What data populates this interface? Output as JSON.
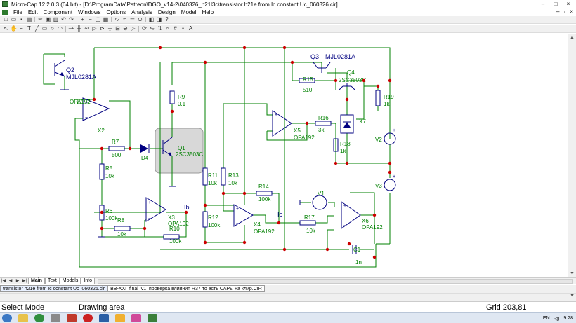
{
  "window": {
    "title": "Micro-Cap 12.2.0.3 (64 bit) - [D:\\ProgramData\\Patreon\\DGO_v14-2\\040326_h21l3c\\transistor h21e from Ic constant Uc_060326.cir]",
    "controls": [
      "–",
      "□",
      "×"
    ]
  },
  "menu": {
    "items": [
      "File",
      "Edit",
      "Component",
      "Windows",
      "Options",
      "Analysis",
      "Design",
      "Model",
      "Help"
    ],
    "mdi_controls": [
      "–",
      "▫",
      "×"
    ]
  },
  "page_tabs": [
    "Main",
    "Text",
    "Models",
    "Info"
  ],
  "doc_tabs": [
    "transistor h21e from Ic constant Uc_060326.cir",
    "BB-XXI_final_v1_проверка влияния R37 то есть САРы на клир.CIR"
  ],
  "status": {
    "mode": "Select Mode",
    "area": "Drawing area",
    "grid": "Grid 203,81"
  },
  "tray": {
    "language": "EN",
    "time": "9:28"
  },
  "schematic": {
    "parts": {
      "Q2": {
        "name": "Q2",
        "model": "MJL0281A"
      },
      "X2": {
        "name": "X2",
        "model": "OPA192"
      },
      "R7": {
        "name": "R7",
        "value": "500"
      },
      "D4": {
        "name": "D4"
      },
      "Q1": {
        "name": "Q1",
        "model": "2SC3503C"
      },
      "R9": {
        "name": "R9",
        "value": "0.1"
      },
      "Q3": {
        "name": "Q3",
        "model": "MJL0281A"
      },
      "R15": {
        "name": "R15",
        "value": "510"
      },
      "Q4": {
        "name": "Q4",
        "model": "2SC3503C"
      },
      "R19": {
        "name": "R19",
        "value": "1k"
      },
      "R16": {
        "name": "R16",
        "value": "3k"
      },
      "X7": {
        "name": "X7"
      },
      "X5": {
        "name": "X5",
        "model": "OPA192"
      },
      "R18": {
        "name": "R18",
        "value": "1k"
      },
      "V2": {
        "name": "V2"
      },
      "V3": {
        "name": "V3"
      },
      "R5": {
        "name": "R5",
        "value": "10k"
      },
      "R6": {
        "name": "R6",
        "value": "100k"
      },
      "R8": {
        "name": "R8",
        "value": "10k"
      },
      "X3": {
        "name": "X3",
        "model": "OPA192"
      },
      "R10": {
        "name": "R10",
        "value": "100k"
      },
      "R11": {
        "name": "R11",
        "value": "10k"
      },
      "R13": {
        "name": "R13",
        "value": "10k"
      },
      "R12": {
        "name": "R12",
        "value": "100k"
      },
      "R14": {
        "name": "R14",
        "value": "100k"
      },
      "X4": {
        "name": "X4",
        "model": "OPA192"
      },
      "V1": {
        "name": "V1"
      },
      "R17": {
        "name": "R17",
        "value": "10k"
      },
      "X6": {
        "name": "X6",
        "model": "OPA192"
      },
      "C1": {
        "name": "C1",
        "value": "1n"
      }
    },
    "nodes": {
      "ib": "Ib",
      "ic": "Ic"
    },
    "opamp_pins": {
      "plus": "+",
      "minus": "−"
    }
  },
  "colors": {
    "wire": "#008000",
    "component": "#000080",
    "node": "#cc0000",
    "selection": "#d8d8d8"
  }
}
